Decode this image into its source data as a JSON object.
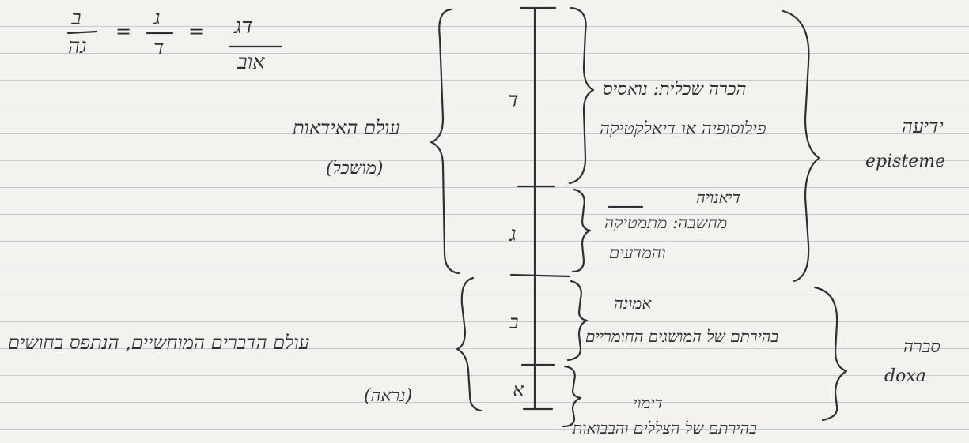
{
  "fractions": {
    "f1": {
      "numerator": "ב",
      "denominator": "גה"
    },
    "f2": {
      "numerator": "ג",
      "denominator": "ד"
    },
    "f3": {
      "numerator": "דג",
      "denominator": "אוב"
    },
    "equals": "="
  },
  "line_labels": {
    "d": "ד",
    "g": "ג",
    "b": "ב",
    "a": "א"
  },
  "left_groups": {
    "intelligible": {
      "line1": "עולם האידאות",
      "line2": "(מושכל)"
    },
    "sensible": {
      "line1": "עולם הדברים המוחשיים, הנתפס בחושים",
      "line2": "(נראה)"
    }
  },
  "right_sections": {
    "noesis": {
      "line1": "הכרה שכלית: נואסיס",
      "line2": "פילוסופיה או דיאלקטיקה"
    },
    "dianoia": {
      "line1": "דיאנויה",
      "line2": "מחשבה: מתמטיקה",
      "line3": "והמדעים"
    },
    "pistis": {
      "line1": "אמונה",
      "line2": "בהירתם של המושגים החומריים"
    },
    "eikasia": {
      "line1": "דימוי",
      "line2": "בהירתם של הצללים והבבואות"
    }
  },
  "far_right": {
    "knowledge": {
      "hebrew": "ידיעה",
      "greek": "episteme"
    },
    "opinion": {
      "hebrew": "סברה",
      "greek": "doxa"
    }
  }
}
